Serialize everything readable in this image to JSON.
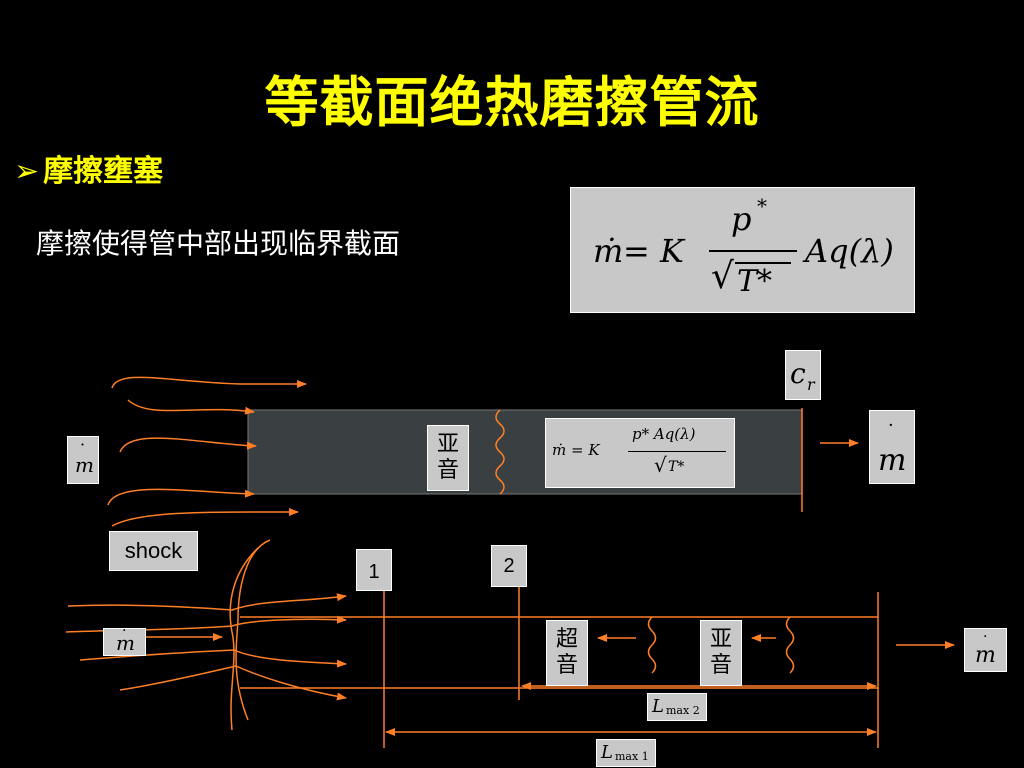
{
  "slide": {
    "title": "等截面绝热磨擦管流",
    "bullet_marker": "➢",
    "bullet": "摩擦壅塞",
    "description": "摩擦使得管中部出现临界截面"
  },
  "formula_main": {
    "mdot": "ṁ",
    "eq": "= K",
    "numerator": "p",
    "numerator_sup": "*",
    "denominator": "T*",
    "suffix": "Aq(λ)"
  },
  "formula_small": {
    "lhs": "ṁ = K",
    "numerator": "p* Aq(λ)",
    "denominator": "T*"
  },
  "labels": {
    "cr_main": "c",
    "cr_sub": "r",
    "mdot": "m",
    "mdot_dot": "·",
    "subsonic_top": "亚音",
    "shock": "shock",
    "section_1": "1",
    "section_2": "2",
    "supersonic": "超音",
    "subsonic_bottom": "亚音",
    "lmax2_main": "L",
    "lmax2_sub": "max 2",
    "lmax1_main": "L",
    "lmax1_sub": "max 1"
  },
  "colors": {
    "title": "#ffff00",
    "line": "#ff7f27",
    "box_gray": "#c8c8c8",
    "pipe": "#3a3f42"
  }
}
